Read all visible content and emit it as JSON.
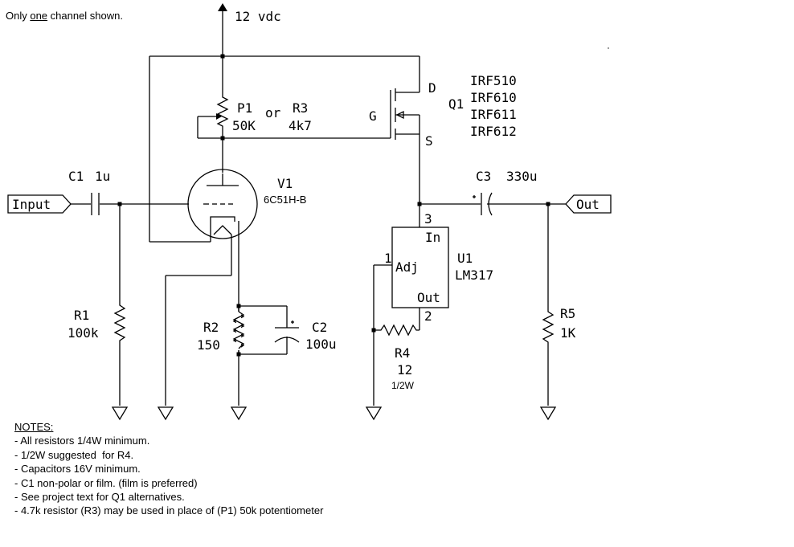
{
  "header_note": {
    "before": "Only ",
    "emph": "one",
    "after": " channel shown."
  },
  "supply_label": "12 vdc",
  "ports": {
    "input": "Input",
    "output": "Out"
  },
  "components": {
    "C1": {
      "ref": "C1",
      "value": "1u"
    },
    "R1": {
      "ref": "R1",
      "value": "100k"
    },
    "V1": {
      "ref": "V1",
      "type": "6C51H-B"
    },
    "P1": {
      "ref": "P1",
      "value": "50K",
      "or": "or",
      "alt_ref": "R3",
      "alt_value": "4k7"
    },
    "R2": {
      "ref": "R2",
      "value": "150"
    },
    "C2": {
      "ref": "C2",
      "value": "100u"
    },
    "Q1": {
      "ref": "Q1",
      "parts": [
        "IRF510",
        "IRF610",
        "IRF611",
        "IRF612"
      ],
      "pins": {
        "d": "D",
        "g": "G",
        "s": "S"
      }
    },
    "C3": {
      "ref": "C3",
      "value": "330u"
    },
    "U1": {
      "ref": "U1",
      "type": "LM317",
      "pin_in": "In",
      "pin_adj": "Adj",
      "pin_out": "Out",
      "pin1": "1",
      "pin2": "2",
      "pin3": "3"
    },
    "R4": {
      "ref": "R4",
      "value": "12",
      "power": "1/2W"
    },
    "R5": {
      "ref": "R5",
      "value": "1K"
    }
  },
  "notes": {
    "title": "NOTES:",
    "items": [
      "- All resistors 1/4W minimum.",
      "- 1/2W suggested  for R4.",
      "- Capacitors 16V minimum.",
      "- C1 non-polar or film. (film is preferred)",
      "- See project text for Q1 alternatives.",
      "- 4.7k resistor (R3) may be used in place of (P1) 50k potentiometer"
    ]
  }
}
